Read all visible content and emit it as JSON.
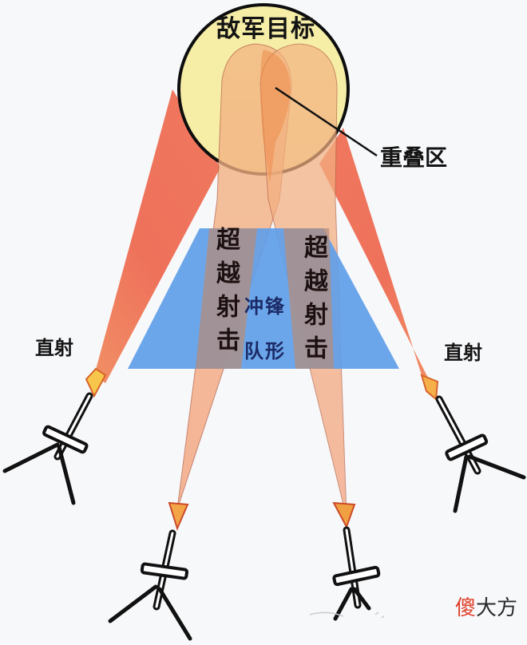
{
  "diagram": {
    "target": {
      "label": "敌军目标",
      "fill": "#F6EDA6",
      "stroke": "#0E0E0E"
    },
    "overlap": {
      "label": "重叠区"
    },
    "formation": {
      "line1": "冲锋",
      "line2": "队形",
      "fill": "#5F9EE8"
    },
    "over_fire": {
      "left_label": "超越射击",
      "right_label": "超越射击",
      "fill": "#F1B07C"
    },
    "direct_fire": {
      "left_label": "直射",
      "right_label": "直射",
      "fill": "#EE6A50"
    },
    "watermark": {
      "part1": "傻",
      "part2": "大方"
    }
  }
}
